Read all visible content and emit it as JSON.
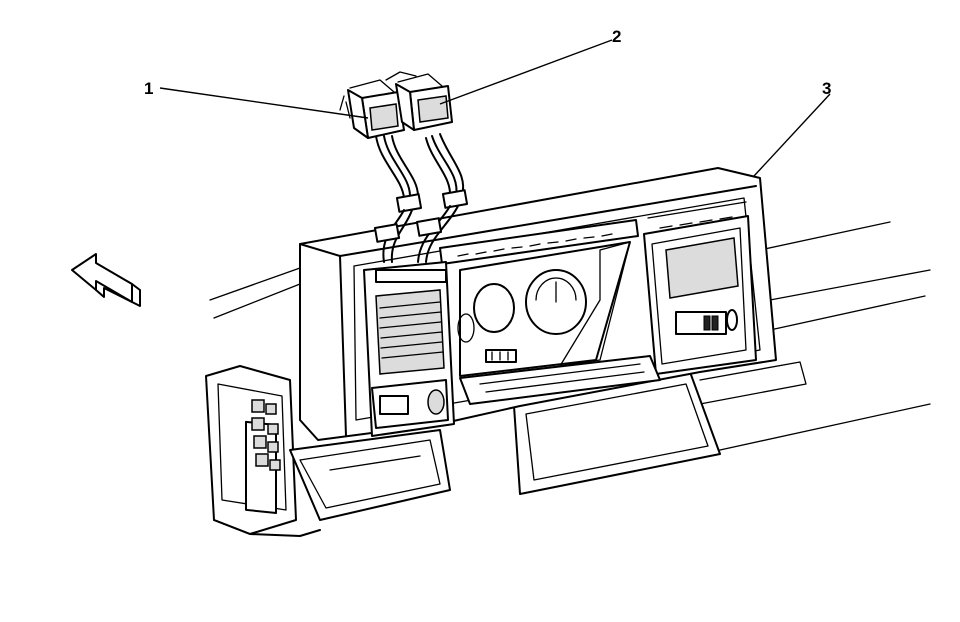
{
  "callouts": [
    {
      "label": "1"
    },
    {
      "label": "2"
    },
    {
      "label": "3"
    }
  ],
  "icons": {
    "direction_arrow": "front-direction-arrow-icon"
  }
}
